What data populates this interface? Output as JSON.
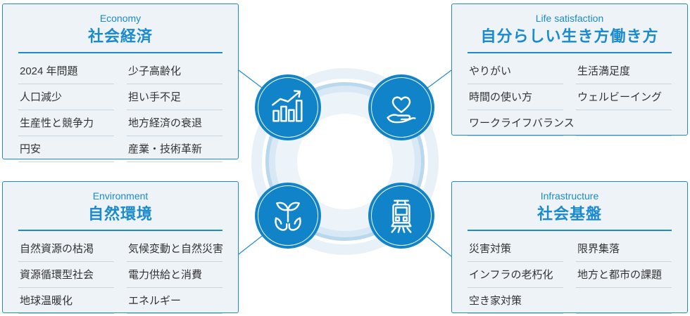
{
  "colors": {
    "accent": "#1b8ace",
    "hub_blue": "#1184c9",
    "panel_bg": "#edf3f7",
    "panel_border": "#1e8bcd",
    "item_text": "#333333",
    "item_underline": "#c8d6e2",
    "ring_pale": "#e9f1f8",
    "ring_stripe": "#b9d7ed",
    "ring_light": "#d8e8f5"
  },
  "panels": [
    {
      "en": "Economy",
      "ja": "社会経済",
      "left": [
        "2024 年問題",
        "人口減少",
        "生産性と競争力",
        "円安"
      ],
      "right": [
        "少子高齢化",
        "担い手不足",
        "地方経済の衰退",
        "産業・技術革新"
      ]
    },
    {
      "en": "Life satisfaction",
      "ja": "自分らしい生き方働き方",
      "left": [
        "やりがい",
        "時間の使い方",
        "ワークライフバランス"
      ],
      "right": [
        "生活満足度",
        "ウェルビーイング",
        ""
      ]
    },
    {
      "en": "Environment",
      "ja": "自然環境",
      "left": [
        "自然資源の枯渇",
        "資源循環型社会",
        "地球温暖化"
      ],
      "right": [
        "気候変動と自然災害",
        "電力供給と消費",
        "エネルギー"
      ]
    },
    {
      "en": "Infrastructure",
      "ja": "社会基盤",
      "left": [
        "災害対策",
        "インフラの老朽化",
        "空き家対策"
      ],
      "right": [
        "限界集落",
        "地方と都市の課題",
        ""
      ]
    }
  ],
  "hubs": [
    {
      "icon": "bar-chart-growth-icon",
      "topic": "Economy"
    },
    {
      "icon": "heart-in-hand-icon",
      "topic": "Life satisfaction"
    },
    {
      "icon": "sprout-in-hands-icon",
      "topic": "Environment"
    },
    {
      "icon": "train-front-icon",
      "topic": "Infrastructure"
    }
  ]
}
